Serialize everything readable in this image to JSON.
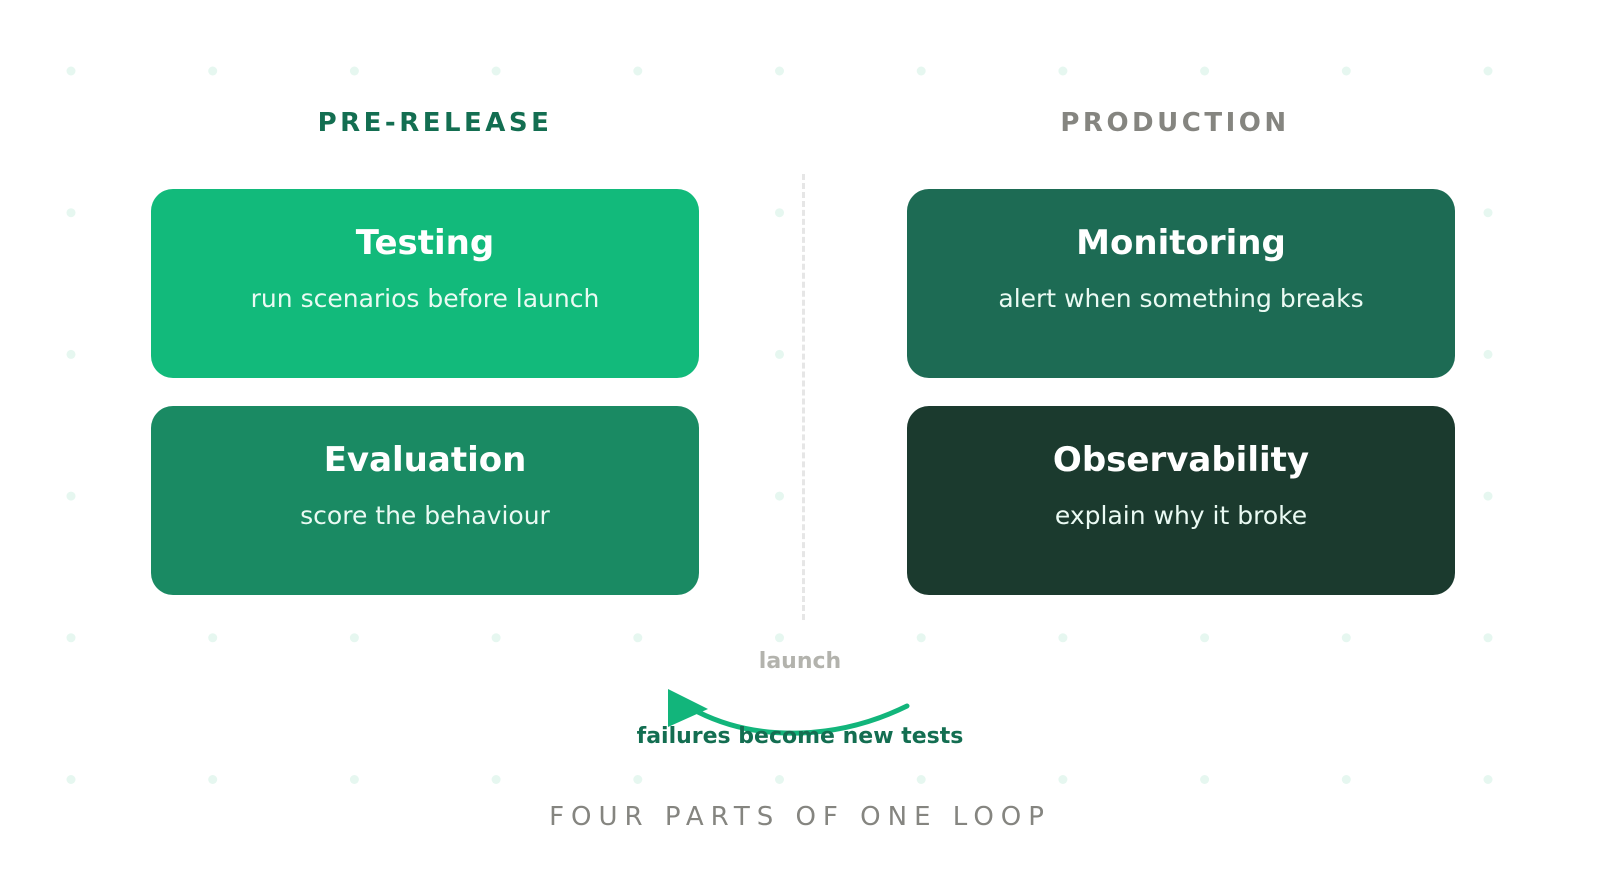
{
  "sections": {
    "left_heading": "PRE-RELEASE",
    "right_heading": "PRODUCTION"
  },
  "cards": {
    "testing": {
      "title": "Testing",
      "subtitle": "run scenarios before launch",
      "color": "#12ba7b"
    },
    "evaluation": {
      "title": "Evaluation",
      "subtitle": "score the behaviour",
      "color": "#1a8a63"
    },
    "monitoring": {
      "title": "Monitoring",
      "subtitle": "alert when something breaks",
      "color": "#1d6b54"
    },
    "observability": {
      "title": "Observability",
      "subtitle": "explain why it broke",
      "color": "#1b3a2e"
    }
  },
  "launch_label": "launch",
  "loop_label": "failures become new tests",
  "caption": "FOUR PARTS OF ONE LOOP",
  "colors": {
    "accent": "#12b57b",
    "dark_green_text": "#136e51",
    "muted_text": "#858580",
    "dot": "#e6f7f0"
  }
}
